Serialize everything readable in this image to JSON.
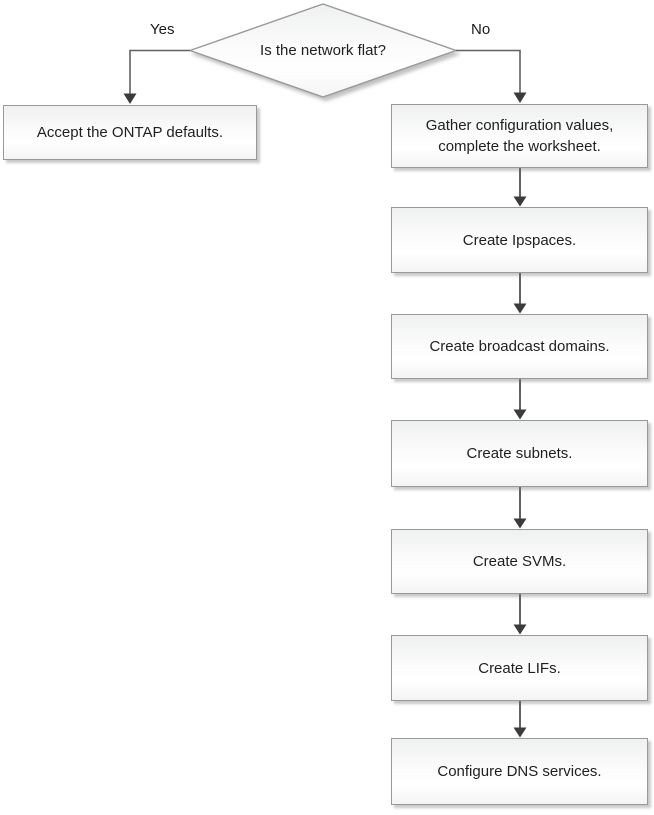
{
  "diagram": {
    "decision": {
      "label": "Is the network flat?"
    },
    "branches": {
      "yes": "Yes",
      "no": "No"
    },
    "yes_box": {
      "label": "Accept the ONTAP defaults."
    },
    "no_steps": [
      {
        "label": "Gather configuration values,\ncomplete the worksheet."
      },
      {
        "label": "Create Ipspaces."
      },
      {
        "label": "Create broadcast domains."
      },
      {
        "label": "Create subnets."
      },
      {
        "label": "Create SVMs."
      },
      {
        "label": "Create LIFs."
      },
      {
        "label": "Configure DNS services."
      }
    ],
    "colors": {
      "shape_border": "#999999",
      "shape_fill_top": "#eff0f0",
      "shape_fill_bottom": "#f4f4f4",
      "connector_line": "#616161",
      "arrowhead": "#3b3b3b",
      "text": "#1f1f1f",
      "background": "#ffffff"
    }
  }
}
